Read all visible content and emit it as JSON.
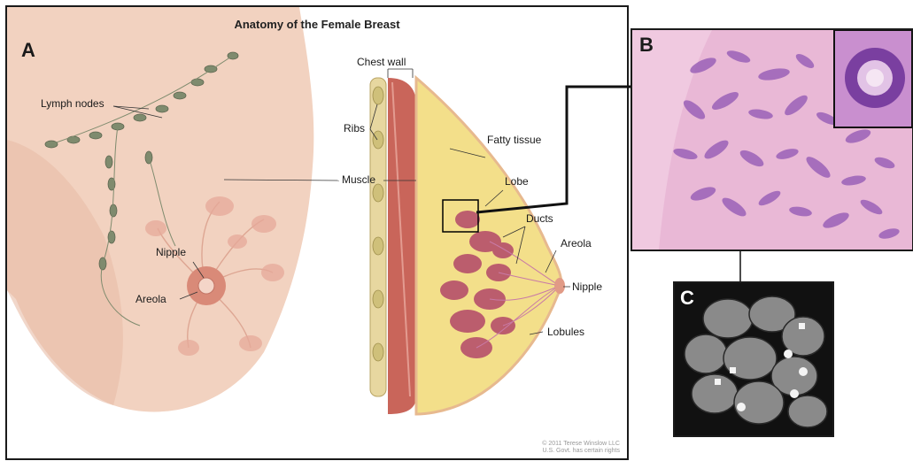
{
  "title": "Anatomy of the Female Breast",
  "panels": {
    "a": "A",
    "b": "B",
    "c": "C"
  },
  "labels": {
    "lymph_nodes": "Lymph nodes",
    "nipple_front": "Nipple",
    "areola_front": "Areola",
    "chest_wall": "Chest wall",
    "ribs": "Ribs",
    "muscle": "Muscle",
    "fatty_tissue": "Fatty tissue",
    "lobe": "Lobe",
    "ducts": "Ducts",
    "areola_side": "Areola",
    "nipple_side": "Nipple",
    "lobules": "Lobules"
  },
  "credit": {
    "line1": "© 2011 Terese Winslow LLC",
    "line2": "U.S. Govt. has certain rights"
  },
  "colors": {
    "skin": "#f2d2c0",
    "skin_shadow": "#e2ad96",
    "fat": "#f3df8a",
    "muscle": "#c9655a",
    "lobule": "#b6506a",
    "lymph": "#7f8b6e",
    "histology_bg": "#e9b8d6",
    "histology_gland": "#9b62b8"
  }
}
